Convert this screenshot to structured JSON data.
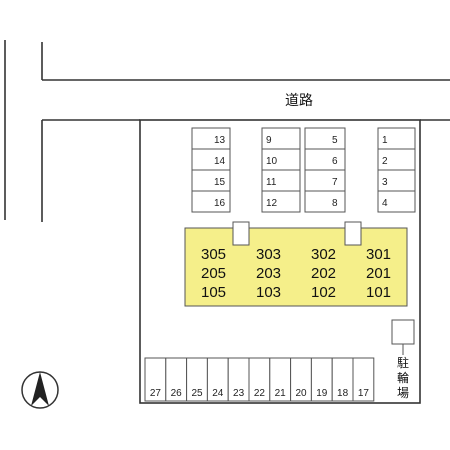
{
  "road": {
    "label": "道路"
  },
  "parking_top": [
    {
      "id": "13"
    },
    {
      "id": "14"
    },
    {
      "id": "15"
    },
    {
      "id": "16"
    },
    {
      "id": "9"
    },
    {
      "id": "10"
    },
    {
      "id": "11"
    },
    {
      "id": "12"
    },
    {
      "id": "5"
    },
    {
      "id": "6"
    },
    {
      "id": "7"
    },
    {
      "id": "8"
    },
    {
      "id": "1"
    },
    {
      "id": "2"
    },
    {
      "id": "3"
    },
    {
      "id": "4"
    }
  ],
  "building": {
    "color": "#f5ef8a",
    "rooms": [
      "305",
      "303",
      "302",
      "301",
      "205",
      "203",
      "202",
      "201",
      "105",
      "103",
      "102",
      "101"
    ]
  },
  "parking_bottom": [
    "27",
    "26",
    "25",
    "24",
    "23",
    "22",
    "21",
    "20",
    "19",
    "18",
    "17"
  ],
  "bike_parking": {
    "chars": [
      "駐",
      "輪",
      "場"
    ]
  },
  "north_arrow": {
    "icon": "north-arrow-icon"
  }
}
